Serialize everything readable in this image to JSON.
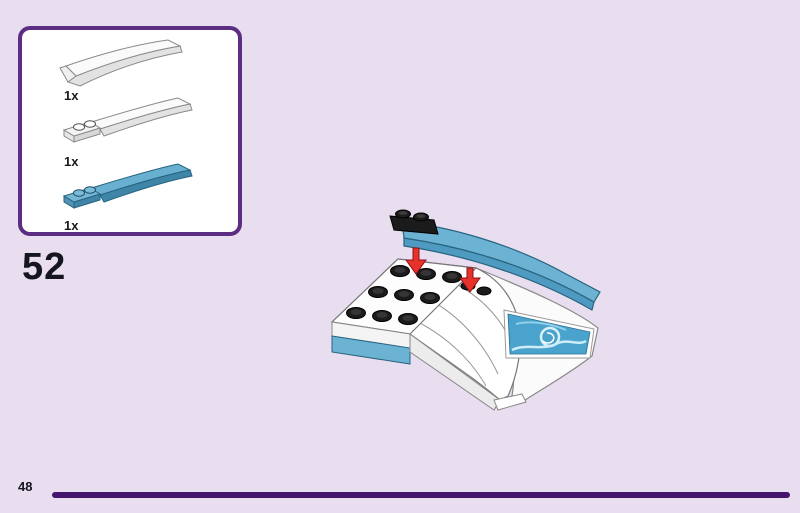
{
  "page": {
    "step_number": "52",
    "page_number": "48",
    "background_color": "#e9def0",
    "divider_color": "#45156e"
  },
  "parts_callout": {
    "border_color": "#5b2d83",
    "items": [
      {
        "name": "white-curved-slope",
        "count": "1x",
        "color": "#fafafa"
      },
      {
        "name": "white-curved-slope-with-studs",
        "count": "1x",
        "color": "#fafafa"
      },
      {
        "name": "azure-curved-slope-with-studs",
        "count": "1x",
        "color": "#68afd0"
      }
    ]
  },
  "assembly": {
    "arrow_color": "#e8312a",
    "arrow_outline": "#8c1218",
    "colors": {
      "white": "#ffffff",
      "azure": "#6cb2d3",
      "azure_dark": "#4f9ac0",
      "black": "#1b1b1b"
    },
    "sticker": {
      "base": "#4aa3cc",
      "swirl": "#d9f1f9"
    }
  }
}
